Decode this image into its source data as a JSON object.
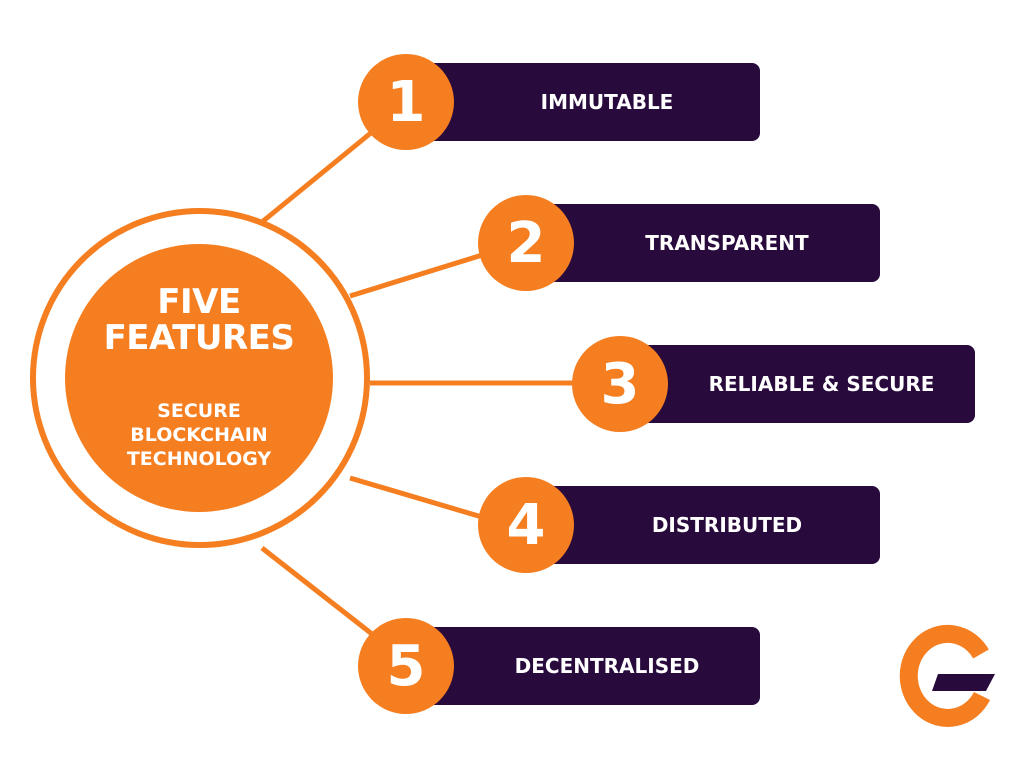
{
  "hub": {
    "title_line1": "FIVE",
    "title_line2": "FEATURES",
    "subtitle_line1": "SECURE",
    "subtitle_line2": "BLOCKCHAIN",
    "subtitle_line3": "TECHNOLOGY"
  },
  "features": [
    {
      "number": "1",
      "label": "IMMUTABLE"
    },
    {
      "number": "2",
      "label": "TRANSPARENT"
    },
    {
      "number": "3",
      "label": "RELIABLE & SECURE"
    },
    {
      "number": "4",
      "label": "DISTRIBUTED"
    },
    {
      "number": "5",
      "label": "DECENTRALISED"
    }
  ],
  "brand": {
    "logo_icon": "g-logo-icon"
  },
  "colors": {
    "accent": "#f57e20",
    "bar": "#280a3c",
    "text_light": "#ffffff",
    "background": "#ffffff"
  }
}
